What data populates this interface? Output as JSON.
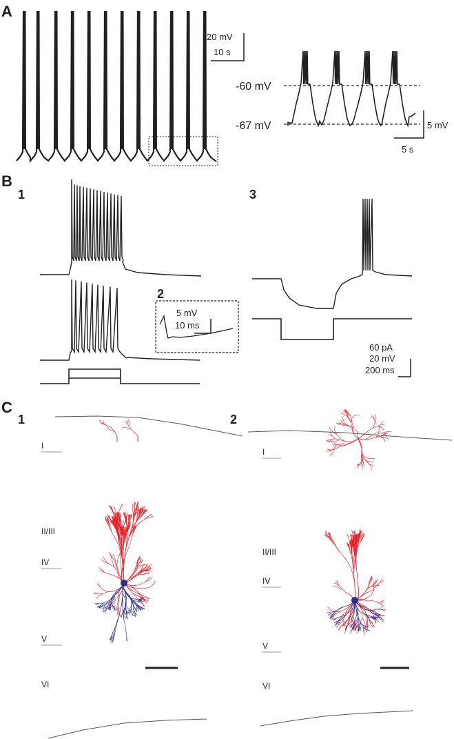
{
  "panels": {
    "A": "A",
    "B": "B",
    "C": "C"
  },
  "panel_a": {
    "scale_voltage": "20 mV",
    "scale_time": "10 s",
    "inset_levels": [
      "-60 mV",
      "-67 mV"
    ],
    "inset_scale_voltage": "5 mV",
    "inset_scale_time": "5 s"
  },
  "panel_b": {
    "sub_labels": [
      "1",
      "2",
      "3"
    ],
    "inset_scale_voltage": "5 mV",
    "inset_scale_time": "10 ms",
    "scale_current": "60 pA",
    "scale_voltage": "20 mV",
    "scale_time": "200 ms"
  },
  "panel_c": {
    "sub_labels": [
      "1",
      "2"
    ],
    "layers_1": [
      "I",
      "II/III",
      "IV",
      "V",
      "VI"
    ],
    "layers_2": [
      "I",
      "II/III",
      "IV",
      "V",
      "VI"
    ]
  },
  "colors": {
    "trace": "#231f20",
    "dendrite": "#e8202a",
    "axon": "#2b2f8c",
    "pia": "#555555"
  }
}
